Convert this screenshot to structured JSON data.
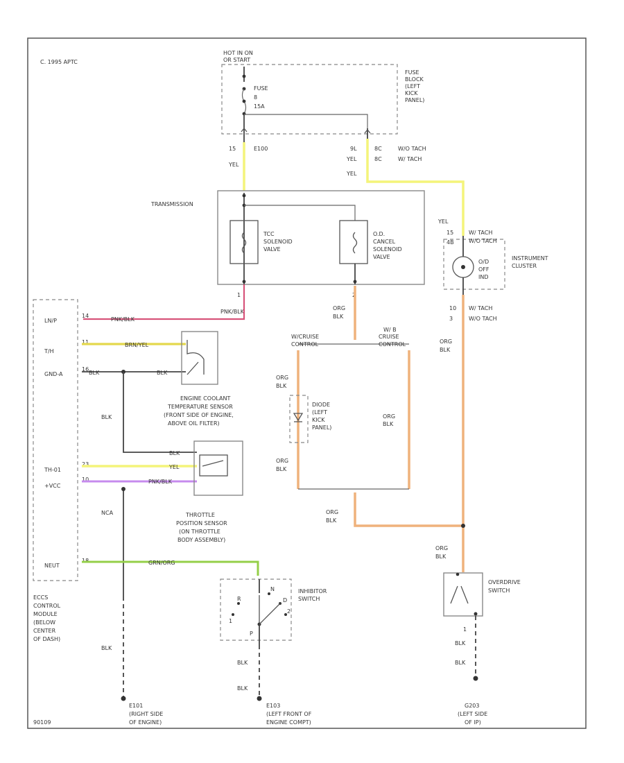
{
  "header": {
    "year_label": "C. 1995 APTC"
  },
  "footer": {
    "code": "90109"
  },
  "fuse_block": {
    "hot_label_1": "HOT IN ON",
    "hot_label_2": "OR START",
    "fuse_label": "FUSE",
    "fuse_num": "8",
    "fuse_amp": "15A",
    "name_lines": [
      "FUSE",
      "BLOCK",
      "(LEFT",
      "KICK",
      "PANEL)"
    ]
  },
  "connectors_top": {
    "left_pin": "15",
    "left_conn": "E100",
    "left_color": "YEL",
    "right_pin": "9L",
    "right_c1": "8C",
    "right_c1_desc": "W/O TACH",
    "right_c2": "8C",
    "right_c2_desc": "W/ TACH",
    "right_color_1": "YEL",
    "right_color_2": "YEL"
  },
  "transmission": {
    "title": "TRANSMISSION",
    "tcc_lines": [
      "TCC",
      "SOLENOID",
      "VALVE"
    ],
    "od_lines": [
      "O.D.",
      "CANCEL",
      "SOLENOID",
      "VALVE"
    ],
    "pin_left": "1",
    "pin_right": "2",
    "left_wire": "PNK/BLK",
    "right_wire_1": "ORG",
    "right_wire_2": "BLK"
  },
  "instrument_cluster": {
    "yel": "YEL",
    "pin_top_a": "15",
    "pin_top_b": "4B",
    "desc_top_a": "W/ TACH",
    "desc_top_b": "W/O TACH",
    "lamp_lines": [
      "O/D",
      "OFF",
      "IND"
    ],
    "name_lines": [
      "INSTRUMENT",
      "CLUSTER"
    ],
    "pin_bot_a": "10",
    "pin_bot_b": "3",
    "desc_bot_a": "W/ TACH",
    "desc_bot_b": "W/O TACH",
    "wire_1": "ORG",
    "wire_2": "BLK"
  },
  "cruise": {
    "without": [
      "W/CRUISE",
      "CONTROL"
    ],
    "with": [
      "W/ B",
      "CRUISE",
      "CONTROL"
    ],
    "diode_lines": [
      "DIODE",
      "(LEFT",
      "KICK",
      "PANEL)"
    ],
    "org": "ORG",
    "blk": "BLK",
    "right_org": "ORG",
    "right_blk": "BLK"
  },
  "ecm": {
    "labels": [
      "LN/P",
      "T/H",
      "GND-A",
      "TH-01",
      "+VCC",
      "NEUT"
    ],
    "pins": [
      "14",
      "11",
      "16",
      "23",
      "10",
      "18"
    ],
    "name_lines": [
      "ECCS",
      "CONTROL",
      "MODULE",
      "(BELOW",
      "CENTER",
      "OF DASH)"
    ]
  },
  "wire_labels": {
    "pnk_blk": "PNK/BLK",
    "brn_yel": "BRN/YEL",
    "blk_a": "BLK",
    "blk_b": "BLK",
    "blk_c": "BLK",
    "blk_tps": "BLK",
    "yel_tps": "YEL",
    "pnk_blk_tps": "PNK/BLK",
    "grn_org": "GRN/ORG",
    "nca": "NCA",
    "org_blk_1": "ORG",
    "org_blk_2": "BLK",
    "blk_g1": "BLK",
    "blk_g2": "BLK",
    "blk_g3": "BLK",
    "blk_g4": "BLK",
    "blk_g5": "BLK",
    "org_od": "ORG",
    "blk_od": "BLK",
    "od_pin": "1"
  },
  "ect_sensor": {
    "lines": [
      "ENGINE COOLANT",
      "TEMPERATURE SENSOR",
      "(FRONT SIDE OF ENGINE,",
      "ABOVE OIL FILTER)"
    ]
  },
  "tps": {
    "lines": [
      "THROTTLE",
      "POSITION SENSOR",
      "(ON THROTTLE",
      "BODY ASSEMBLY)"
    ]
  },
  "inhibitor": {
    "name_lines": [
      "INHIBITOR",
      "SWITCH"
    ],
    "pos": [
      "R",
      "N",
      "D",
      "2",
      "1",
      "P"
    ]
  },
  "od_switch": {
    "name_lines": [
      "OVERDRIVE",
      "SWITCH"
    ]
  },
  "grounds": {
    "g1": [
      "E101",
      "(RIGHT SIDE",
      "OF ENGINE)"
    ],
    "g2": [
      "E103",
      "(LEFT FRONT OF",
      "ENGINE COMPT)"
    ],
    "g3": [
      "G203",
      "(LEFT SIDE",
      "OF IP)"
    ]
  }
}
